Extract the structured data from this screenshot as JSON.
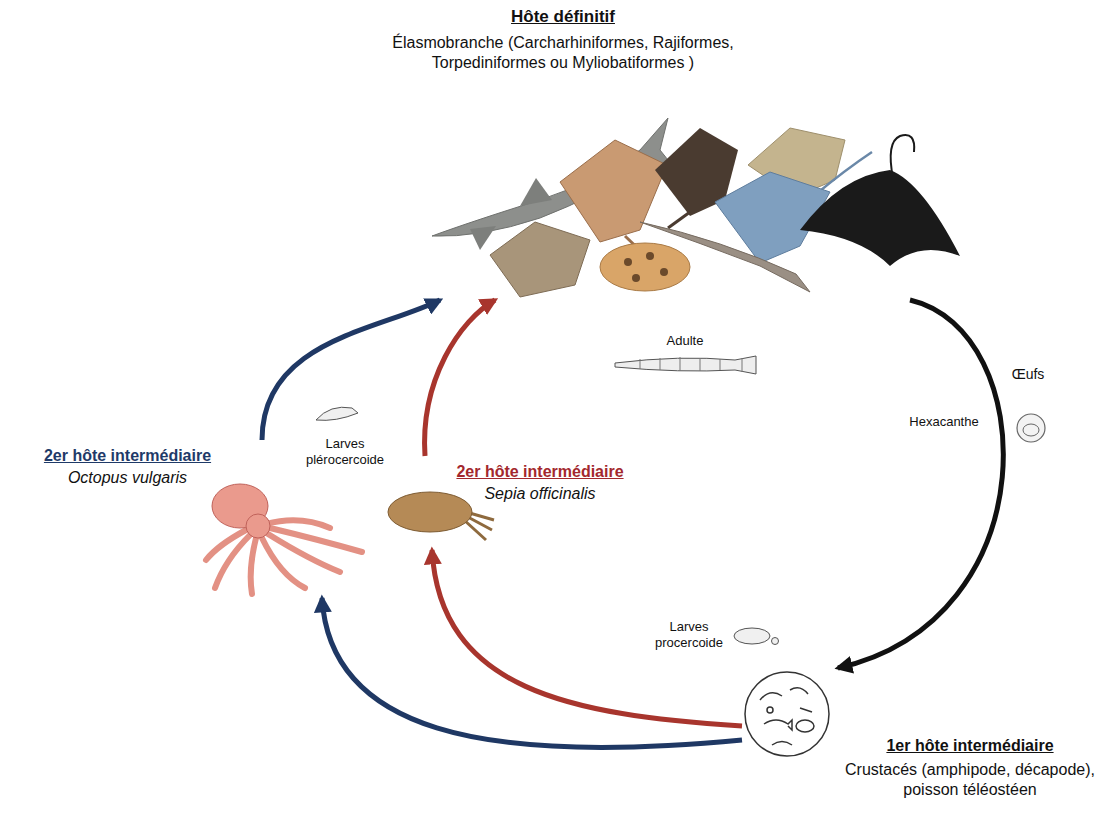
{
  "diagram": {
    "nodes": [
      {
        "text": [
          "Hôte définitif",
          "Élasmobranche (Carcharhiniformes, Rajiformes, Torpediniformes ou Myliobatiformes )"
        ]
      },
      {
        "text": [
          "2er hôte intermédiaire",
          "Octopus vulgaris"
        ]
      },
      {
        "text": [
          "2er hôte intermédiaire",
          "Sepia officinalis"
        ]
      },
      {
        "text": [
          "1er hôte intermédiaire",
          "Crustacés (amphipode, décapode), poisson téléostéen"
        ]
      }
    ],
    "edges": [
      {
        "from": 0,
        "to": 3,
        "arrow": "to",
        "label": "Hexacanthe"
      },
      {
        "from": 3,
        "to": 1,
        "arrow": "to"
      },
      {
        "from": 1,
        "to": 0,
        "arrow": "to"
      },
      {
        "from": 3,
        "to": 2,
        "arrow": "to"
      },
      {
        "from": 2,
        "to": 0,
        "arrow": "to"
      }
    ],
    "labels": [
      "Adulte",
      "Œufs",
      "Larves plérocercoide",
      "Larves procercoide"
    ]
  }
}
